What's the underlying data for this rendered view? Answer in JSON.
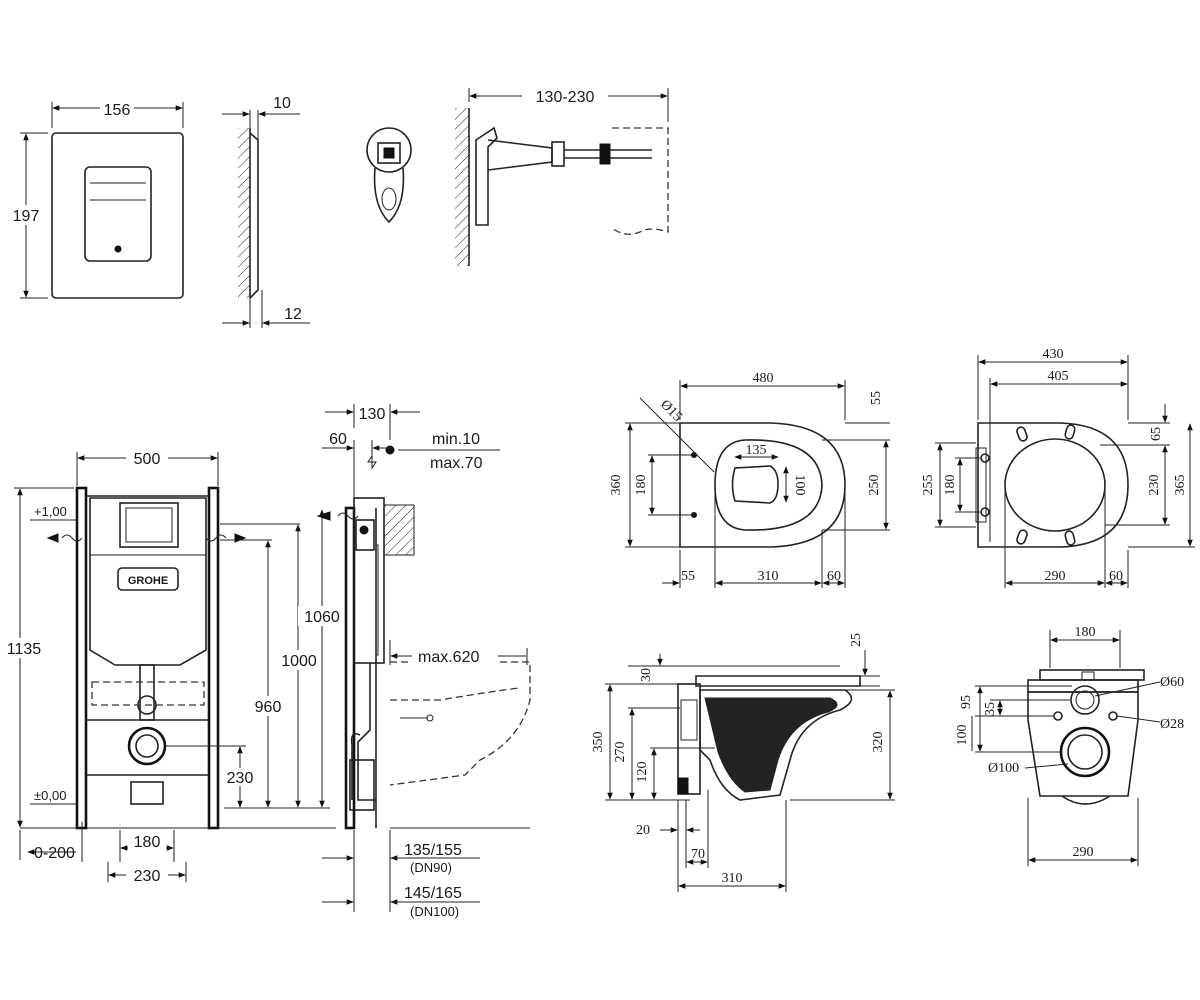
{
  "plate": {
    "width": "156",
    "height": "197",
    "depth_top": "10",
    "depth_bottom": "12"
  },
  "bracket": {
    "range": "130-230"
  },
  "frame": {
    "width": "500",
    "total_height": "1135",
    "level_top": "+1,00",
    "level_zero": "±0,00",
    "h1060": "1060",
    "h1000": "1000",
    "h960": "960",
    "h230": "230",
    "foot_adj": "0-200",
    "outlet_180": "180",
    "outlet_230": "230",
    "depth_130": "130",
    "depth_60": "60",
    "min": "min.10",
    "max": "max.70",
    "max620": "max.620",
    "dn90_val": "135/155",
    "dn90": "(DN90)",
    "dn100_val": "145/165",
    "dn100": "(DN100)",
    "logo": "GROHE"
  },
  "bowl_top": {
    "len": "480",
    "h55": "55",
    "dia15": "Ø15",
    "w135": "135",
    "h100": "100",
    "h360": "360",
    "h180": "180",
    "h250": "250",
    "b55": "55",
    "b310": "310",
    "b60": "60"
  },
  "seat_top": {
    "w430": "430",
    "w405": "405",
    "h65": "65",
    "h255": "255",
    "h180": "180",
    "h230": "230",
    "h365": "365",
    "b290": "290",
    "b60": "60"
  },
  "bowl_side": {
    "h25": "25",
    "h30": "30",
    "h350": "350",
    "h270": "270",
    "h120": "120",
    "h320": "320",
    "b20": "20",
    "b70": "70",
    "b310": "310"
  },
  "bowl_front": {
    "w180": "180",
    "d60": "Ø60",
    "h95": "95",
    "h35": "35",
    "d28": "Ø28",
    "h100": "100",
    "d100": "Ø100",
    "b290": "290"
  }
}
